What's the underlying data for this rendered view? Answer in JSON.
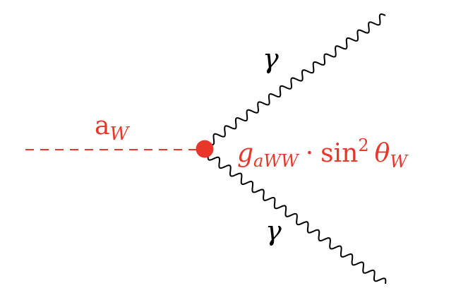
{
  "diagram": {
    "type": "feynman-diagram",
    "colors": {
      "scalar": "#e8372a",
      "photon": "#000000",
      "vertex": "#e8372a",
      "background": "#ffffff"
    },
    "incoming": {
      "particle": "a",
      "subscript": "W",
      "line_style": "dashed"
    },
    "vertex": {
      "coupling_symbol": "g",
      "coupling_subscript": "aWW",
      "operator": "·",
      "function": "sin",
      "exponent": "2",
      "angle": "θ",
      "angle_subscript": "W"
    },
    "outgoing": [
      {
        "particle": "γ",
        "line_style": "wavy",
        "direction": "upper-right"
      },
      {
        "particle": "γ",
        "line_style": "wavy",
        "direction": "lower-right"
      }
    ]
  }
}
